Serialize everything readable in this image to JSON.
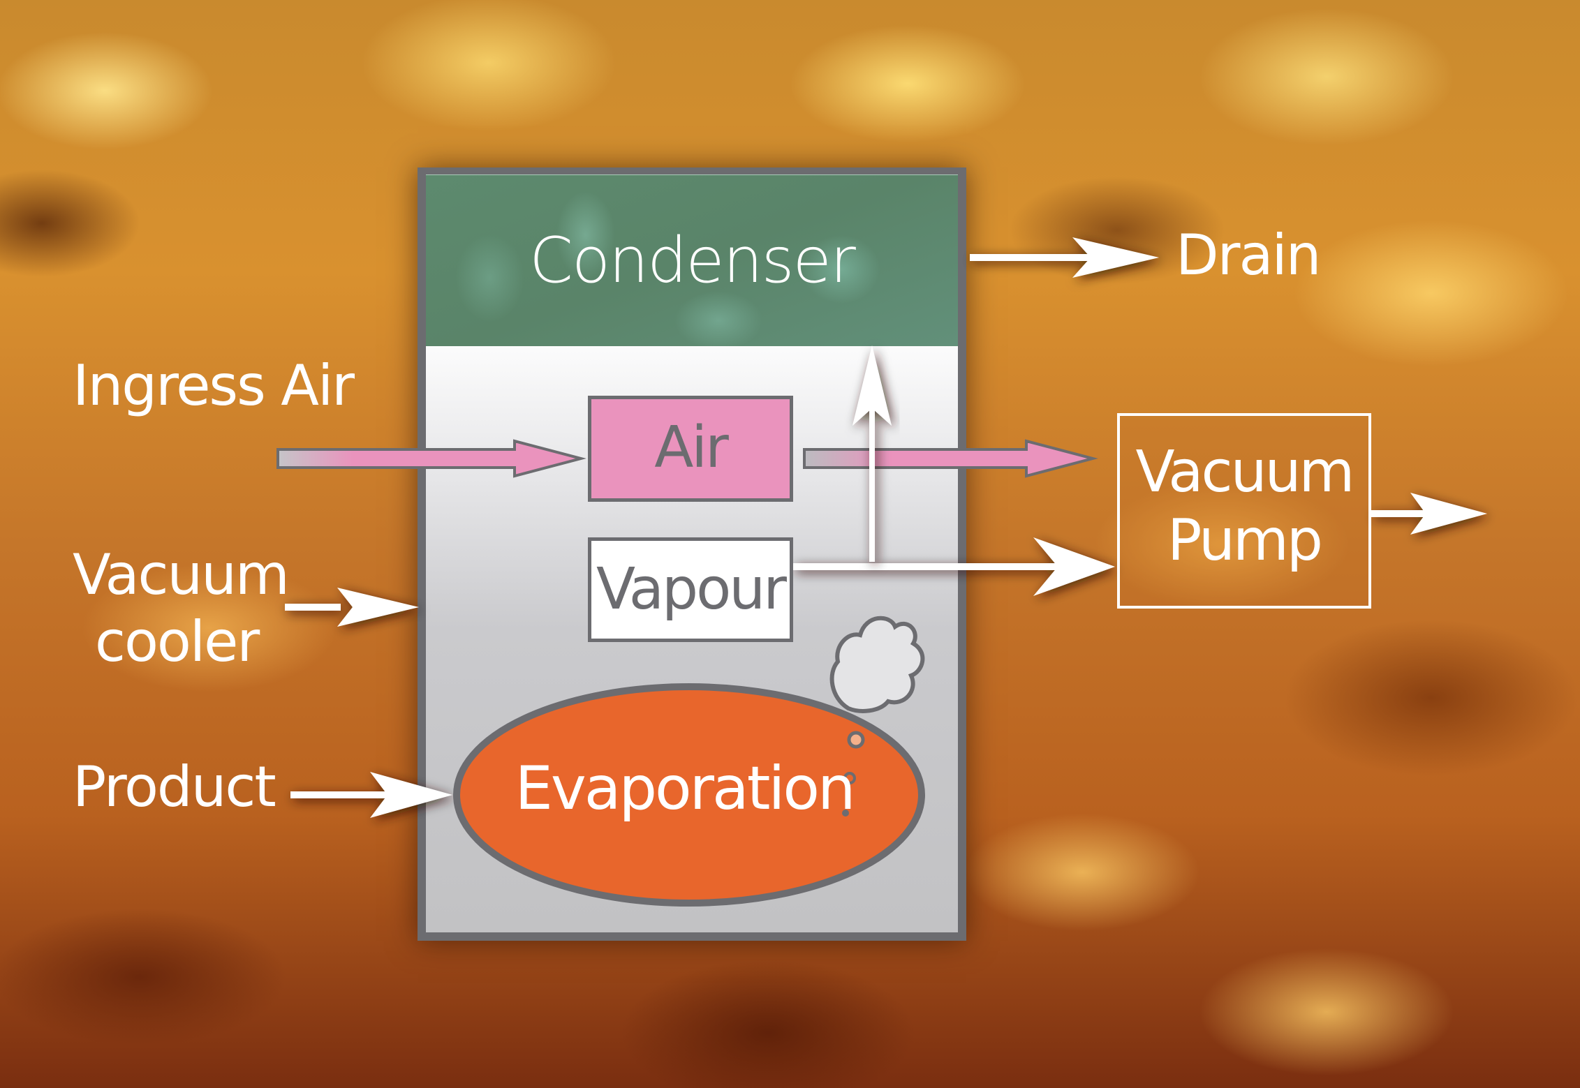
{
  "diagram": {
    "title": "Vacuum cooling process",
    "chamber": {
      "condenser_label": "Condenser",
      "air_label": "Air",
      "vapour_label": "Vapour",
      "evaporation_label": "Evaporation"
    },
    "external_labels": {
      "ingress_air": "Ingress Air",
      "vacuum_cooler_line1": "Vacuum",
      "vacuum_cooler_line2": "cooler",
      "product": "Product",
      "drain": "Drain",
      "vacuum_pump_line1": "Vacuum",
      "vacuum_pump_line2": "Pump"
    },
    "flows": [
      {
        "from": "Ingress Air",
        "to": "Air",
        "style": "pink-arrow"
      },
      {
        "from": "Air",
        "to": "Vacuum Pump",
        "style": "pink-arrow"
      },
      {
        "from": "Vapour",
        "to": "Condenser",
        "style": "white-arrow"
      },
      {
        "from": "Vapour",
        "to": "Vacuum Pump",
        "style": "white-arrow"
      },
      {
        "from": "Condenser",
        "to": "Drain",
        "style": "white-arrow"
      },
      {
        "from": "Vacuum Pump",
        "to": "outside",
        "style": "white-arrow"
      },
      {
        "from": "Product",
        "to": "Evaporation",
        "style": "white-arrow"
      },
      {
        "from": "Vacuum cooler label",
        "to": "Chamber",
        "style": "white-arrow"
      }
    ],
    "colors": {
      "condenser": "#5d8a6e",
      "air": "#ea93bd",
      "evaporation": "#e8662c",
      "outline": "#6c6c70",
      "arrow": "#ffffff"
    }
  }
}
